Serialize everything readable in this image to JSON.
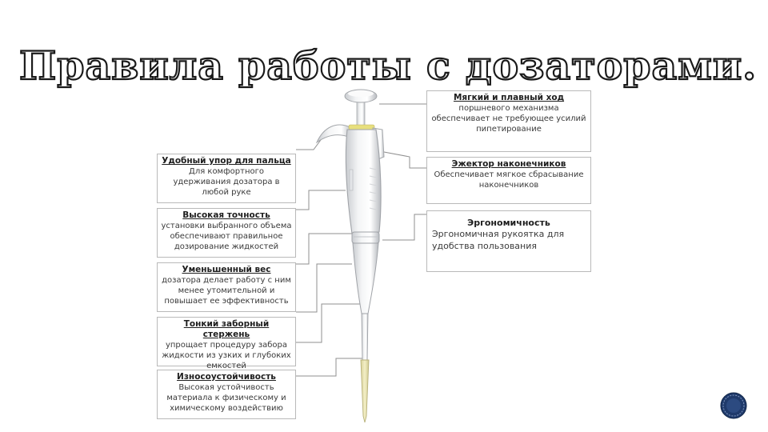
{
  "title": "Правила работы с дозаторами.",
  "callouts": {
    "soft_stroke": {
      "heading": "Мягкий и плавный ход",
      "text": "поршневого механизма обеспечивает не требующее усилий пипетирование"
    },
    "ejector": {
      "heading": "Эжектор наконечников",
      "text": "Обеспечивает мягкое сбрасывание наконечников"
    },
    "ergonomics": {
      "heading": "Эргономичность",
      "text": "Эргономичная рукоятка для удобства пользования"
    },
    "finger_rest": {
      "heading": "Удобный упор для пальца",
      "text": "Для комфортного удерживания дозатора в любой руке"
    },
    "precision": {
      "heading": "Высокая точность",
      "text": "установки выбранного объема обеспечивают правильное дозирование жидкостей"
    },
    "weight": {
      "heading": "Уменьшенный вес",
      "text": "дозатора делает работу с ним менее утомительной и повышает ее эффективность"
    },
    "shaft": {
      "heading": "Тонкий заборный стержень",
      "text": "упрощает процедуру забора жидкости из узких и глубоких емкостей"
    },
    "durability": {
      "heading": "Износоустойчивость",
      "text": "Высокая устойчивость материала к физическому и химическому воздействию"
    }
  },
  "colors": {
    "accent_navy": "#1f3a6b",
    "tip_yellow": "#e9e3a6",
    "line_gray": "#8a8a8a"
  }
}
